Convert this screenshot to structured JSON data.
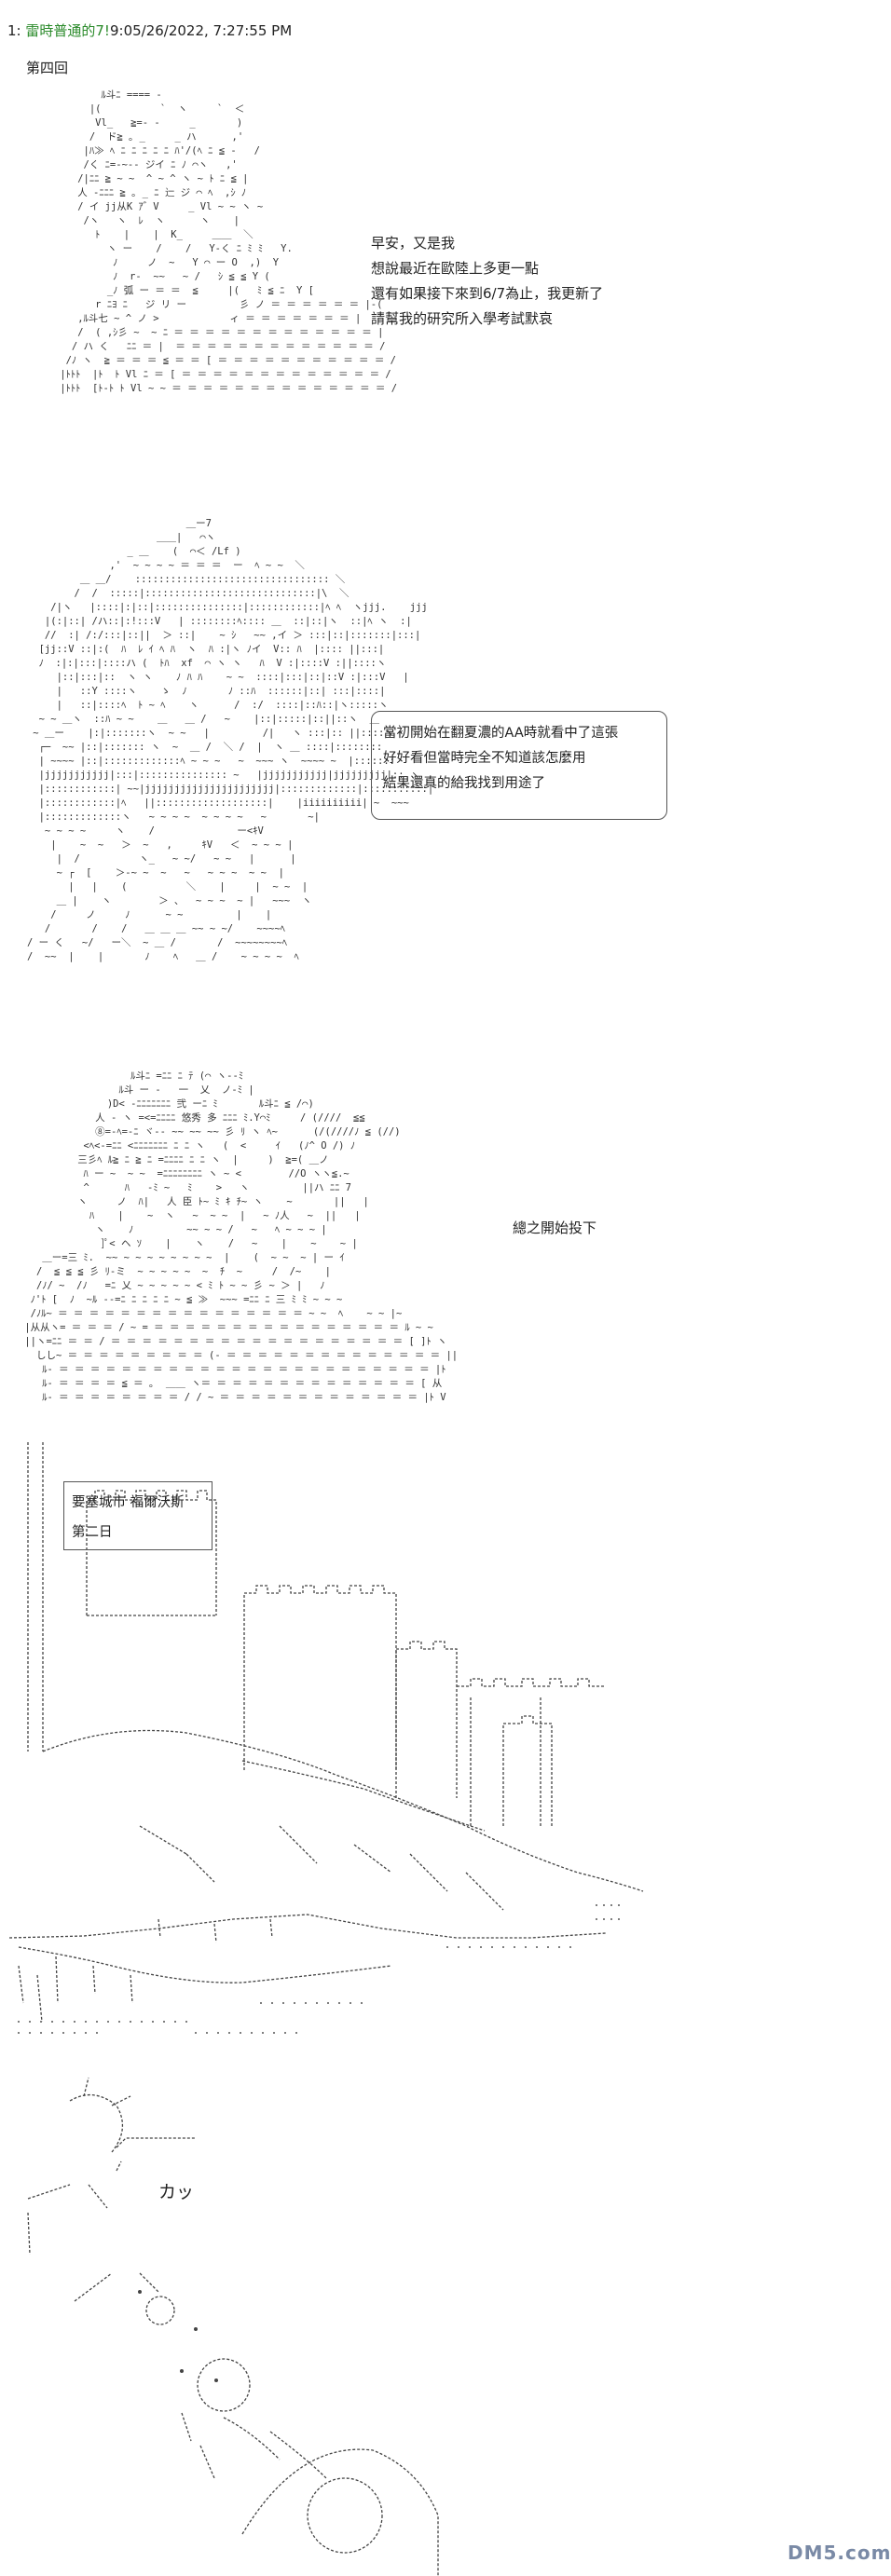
{
  "post": {
    "number": "1:",
    "author": "雷時普通的7!",
    "separator": "9:",
    "date": "05/26/2022, 7:27:55 PM"
  },
  "chapter_title": "第四回",
  "panel1": {
    "lines": [
      "早安，又是我",
      "想說最近在歐陸上多更一點",
      "還有如果接下來到6/7為止，我更新了",
      "請幫我的研究所入學考試默哀"
    ]
  },
  "panel2": {
    "bubble_lines": [
      "當初開始在翻夏濃的AA時就看中了這張",
      "好好看但當時完全不知道該怎麼用",
      "結果還真的給我找到用途了"
    ]
  },
  "panel3": {
    "line": "總之開始投下"
  },
  "panel4": {
    "sign_line1": "要塞城市 福爾沃斯",
    "sign_line2": "第二日"
  },
  "panel5": {
    "sfx": "カッ"
  },
  "logo": "DM5.com"
}
